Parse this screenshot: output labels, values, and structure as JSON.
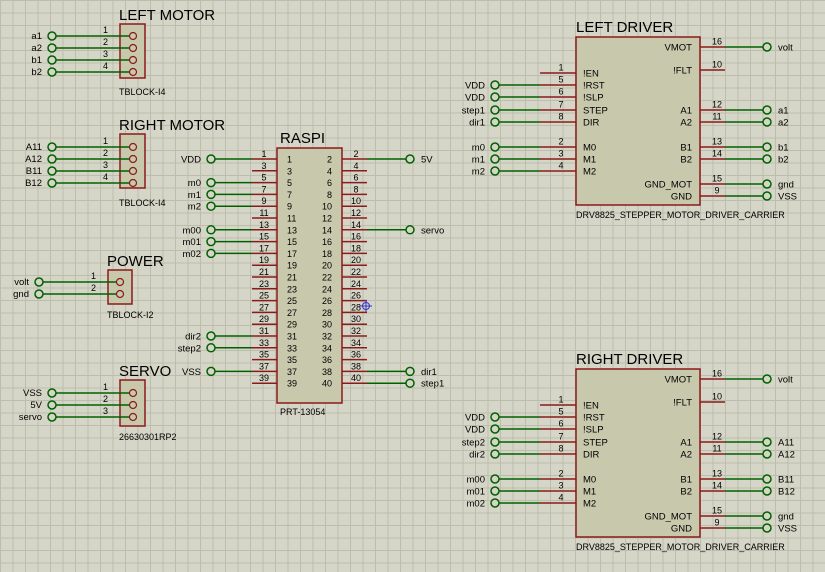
{
  "components": {
    "left_motor": {
      "title": "LEFT MOTOR",
      "part": "TBLOCK-I4",
      "pins": [
        "1",
        "2",
        "3",
        "4"
      ],
      "nets": [
        "a1",
        "a2",
        "b1",
        "b2"
      ]
    },
    "right_motor": {
      "title": "RIGHT MOTOR",
      "part": "TBLOCK-I4",
      "pins": [
        "1",
        "2",
        "3",
        "4"
      ],
      "nets": [
        "A11",
        "A12",
        "B11",
        "B12"
      ]
    },
    "power": {
      "title": "POWER",
      "part": "TBLOCK-I2",
      "pins": [
        "1",
        "2"
      ],
      "nets": [
        "volt",
        "gnd"
      ]
    },
    "servo": {
      "title": "SERVO",
      "part": "26630301RP2",
      "pins": [
        "1",
        "2",
        "3"
      ],
      "nets": [
        "VSS",
        "5V",
        "servo"
      ]
    },
    "raspi": {
      "title": "RASPI",
      "part": "PRT-13054",
      "left_nets": [
        "VDD",
        "",
        "m0",
        "m1",
        "m2",
        "",
        "m00",
        "m01",
        "m02",
        "",
        "",
        "",
        "",
        "",
        "",
        "dir2",
        "step2",
        "",
        "VSS"
      ],
      "right_nets": [
        "5V",
        "",
        "",
        "",
        "",
        "servo",
        "",
        "",
        "",
        "",
        "",
        "",
        "",
        "",
        "",
        "",
        "",
        "dir1",
        "step1"
      ]
    },
    "left_driver": {
      "title": "LEFT DRIVER",
      "part": "DRV8825_STEPPER_MOTOR_DRIVER_CARRIER",
      "in_nets": [
        "",
        "VDD",
        "VDD",
        "step1",
        "dir1",
        "m0",
        "m1",
        "m2"
      ],
      "out_nets": [
        "volt",
        "",
        "a1",
        "a2",
        "b1",
        "b2",
        "gnd",
        "VSS"
      ]
    },
    "right_driver": {
      "title": "RIGHT DRIVER",
      "part": "DRV8825_STEPPER_MOTOR_DRIVER_CARRIER",
      "in_nets": [
        "",
        "VDD",
        "VDD",
        "step2",
        "dir2",
        "m00",
        "m01",
        "m02"
      ],
      "out_nets": [
        "volt",
        "",
        "A11",
        "A12",
        "B11",
        "B12",
        "gnd",
        "VSS"
      ]
    }
  },
  "driver_pins": {
    "left_labels": [
      "!EN",
      "!RST",
      "!SLP",
      "STEP",
      "DIR",
      "M0",
      "M1",
      "M2"
    ],
    "left_numbers": [
      "1",
      "5",
      "6",
      "7",
      "8",
      "2",
      "3",
      "4"
    ],
    "right_labels": [
      "VMOT",
      "!FLT",
      "A1",
      "A2",
      "B1",
      "B2",
      "GND_MOT",
      "GND"
    ],
    "right_numbers": [
      "16",
      "10",
      "12",
      "11",
      "13",
      "14",
      "15",
      "9"
    ]
  },
  "colors": {
    "body": "#c8c8ad",
    "border": "#8b1a1a",
    "wire": "#006000",
    "pin": "#8b1a1a",
    "text": "#000000"
  }
}
